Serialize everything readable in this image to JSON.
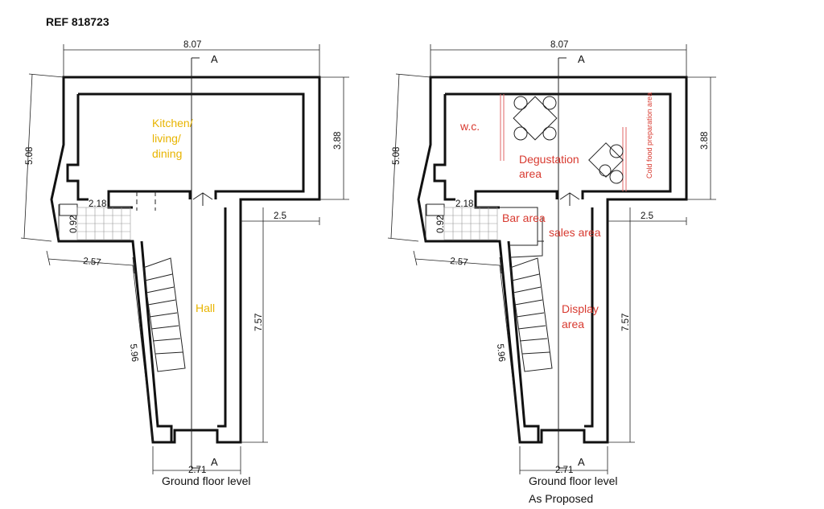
{
  "ref": "REF 818723",
  "plans": [
    {
      "caption": [
        "Ground floor level"
      ],
      "section_marks": [
        "A",
        "A"
      ],
      "dims": {
        "top_width": "8.07",
        "left_height": "5.08",
        "right_height": "3.88",
        "small_height": "0.92",
        "wall_width": "2.18",
        "lower_left": "2.57",
        "step": "2.5",
        "stair_len": "5.96",
        "hall_len": "7.57",
        "bottom_width": "2.71"
      },
      "rooms": {
        "kitchen": [
          "Kitchen/",
          "living/",
          "dining"
        ],
        "hall": "Hall"
      }
    },
    {
      "caption": [
        "Ground floor level",
        "As Proposed"
      ],
      "section_marks": [
        "A",
        "A"
      ],
      "dims": {
        "top_width": "8.07",
        "left_height": "5.08",
        "right_height": "3.88",
        "small_height": "0.92",
        "wall_width": "2.18",
        "lower_left": "2.57",
        "step": "2.5",
        "stair_len": "5.96",
        "hall_len": "7.57",
        "bottom_width": "2.71"
      },
      "rooms": {
        "wc": "w.c.",
        "degustation": [
          "Degustation",
          "area"
        ],
        "cold_food": "Cold food preparation area",
        "bar": "Bar area",
        "sales": "sales area",
        "display": [
          "Display",
          "area"
        ]
      }
    }
  ],
  "colors": {
    "existing_label": "#e8b400",
    "proposed_label": "#d83a30"
  }
}
